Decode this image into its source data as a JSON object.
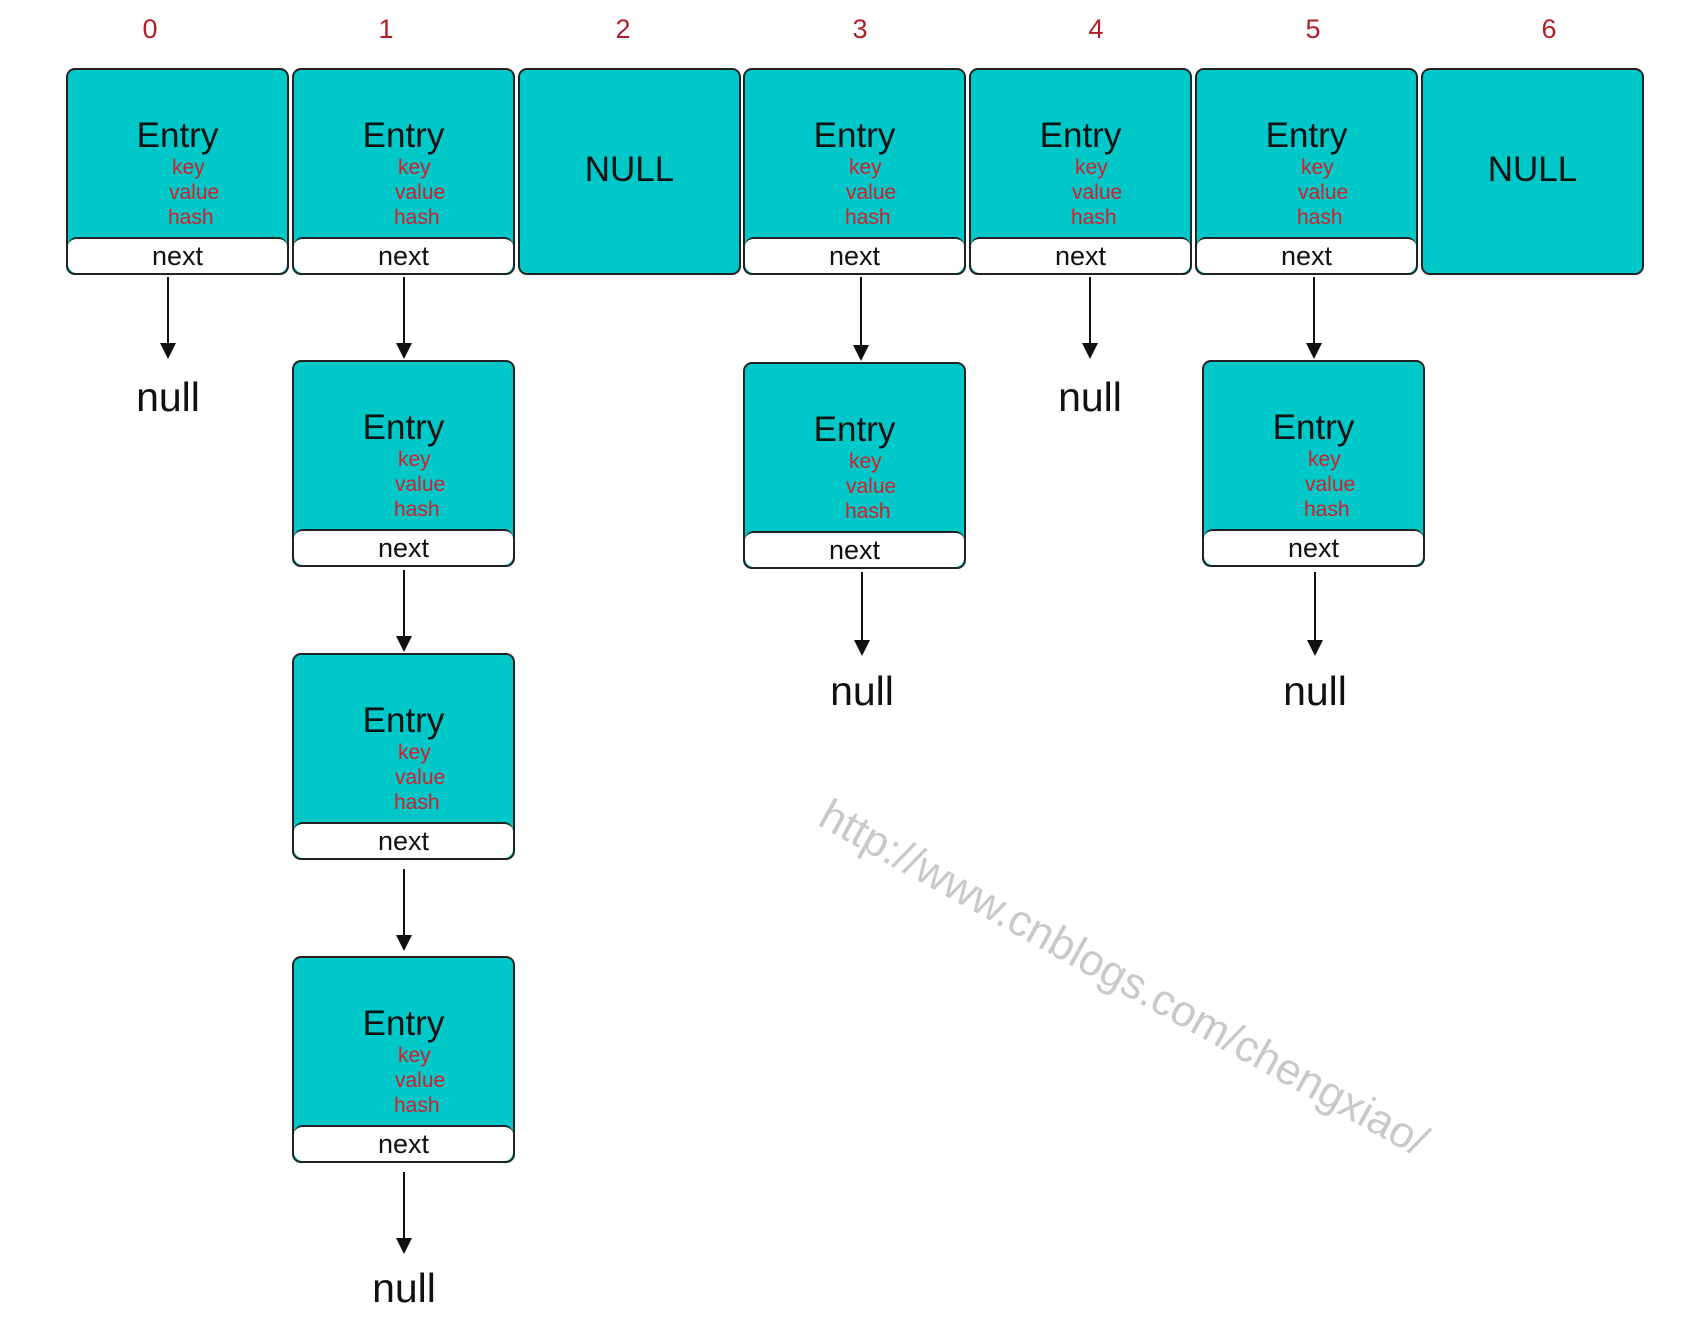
{
  "table": {
    "indices": [
      "0",
      "1",
      "2",
      "3",
      "4",
      "5",
      "6"
    ],
    "cells": [
      {
        "index": "0",
        "kind": "entry"
      },
      {
        "index": "1",
        "kind": "entry"
      },
      {
        "index": "2",
        "kind": "null",
        "label": "NULL"
      },
      {
        "index": "3",
        "kind": "entry"
      },
      {
        "index": "4",
        "kind": "entry"
      },
      {
        "index": "5",
        "kind": "entry"
      },
      {
        "index": "6",
        "kind": "null",
        "label": "NULL"
      }
    ]
  },
  "entry_labels": {
    "title": "Entry",
    "key": "key",
    "value": "value",
    "hash": "hash",
    "next": "next"
  },
  "chains": [
    {
      "bucket": "0",
      "entries": 0,
      "terminator": "null"
    },
    {
      "bucket": "1",
      "entries": 3,
      "terminator": "null"
    },
    {
      "bucket": "3",
      "entries": 1,
      "terminator": "null"
    },
    {
      "bucket": "4",
      "entries": 0,
      "terminator": "null"
    },
    {
      "bucket": "5",
      "entries": 1,
      "terminator": "null"
    }
  ],
  "null_label": "null",
  "watermark": "http://www.cnblogs.com/chengxiao/",
  "colors": {
    "cell_fill": "#00c8c8",
    "index_text": "#b0202a",
    "field_text": "#d21f2a",
    "outline": "#222222"
  }
}
